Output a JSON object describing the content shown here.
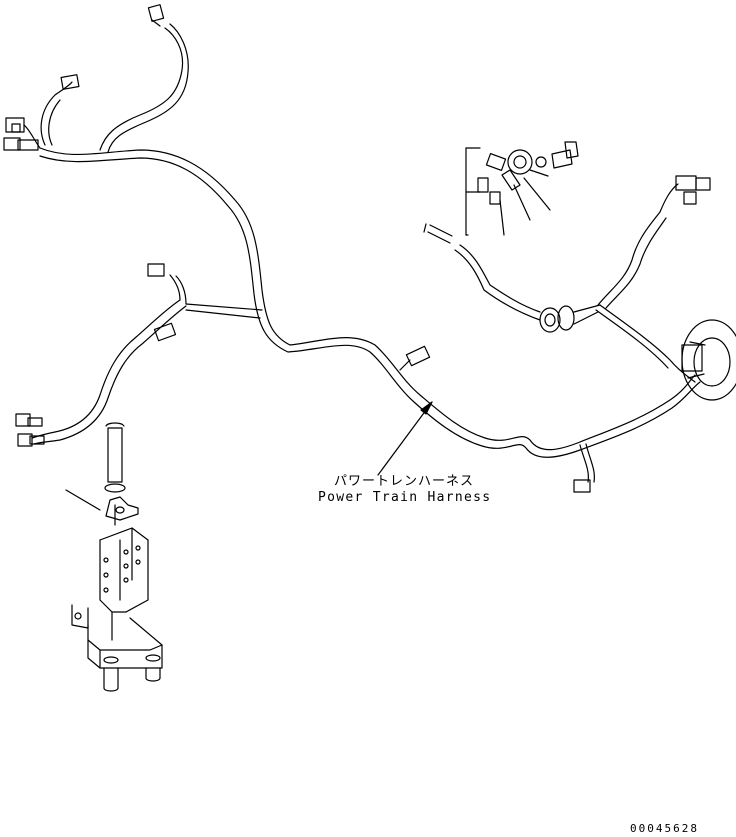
{
  "harness_label": {
    "japanese": "パワートレンハーネス",
    "english": "Power Train Harness"
  },
  "document_number": "00045628",
  "colors": {
    "line": "#000000",
    "background": "#ffffff"
  }
}
